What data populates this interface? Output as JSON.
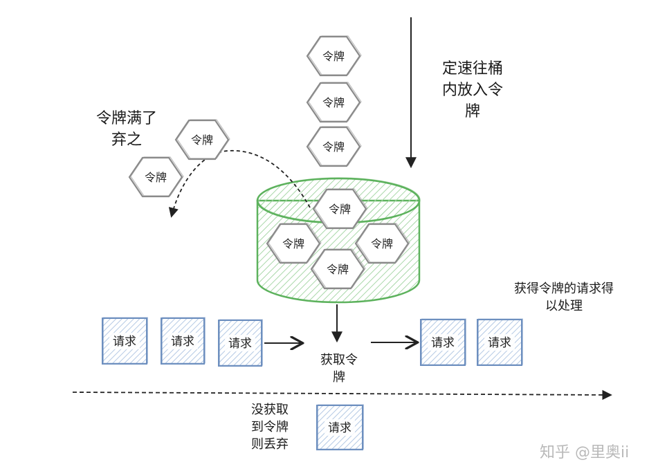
{
  "labels": {
    "rate_fill": [
      "定速往桶",
      "内放入令",
      "牌"
    ],
    "full_discard": [
      "令牌满了",
      "弃之"
    ],
    "get_token": [
      "获取令",
      "牌"
    ],
    "processed": [
      "获得令牌的请求得",
      "以处理"
    ],
    "rejected": [
      "没获取",
      "到令牌",
      "则丢弃"
    ]
  },
  "token_label": "令牌",
  "request_label": "请求",
  "watermark": "知乎 @里奥ii",
  "colors": {
    "bucket_stroke": "#5db25d",
    "bucket_hatch": "#a9d8a9",
    "request_stroke": "#6d8fbf",
    "request_hatch": "#b4c9e4",
    "token_stroke": "#8a8a8a"
  }
}
